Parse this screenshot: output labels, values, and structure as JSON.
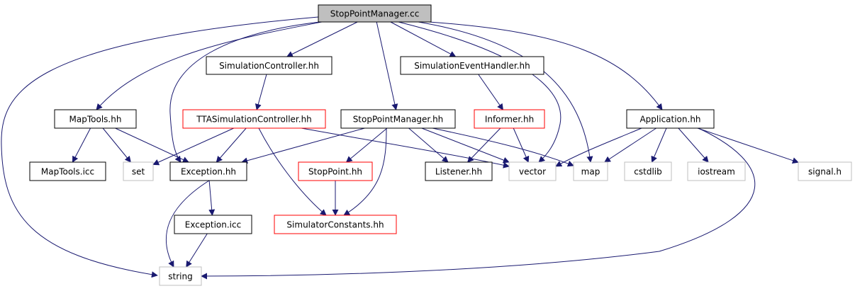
{
  "colors": {
    "edge": "#191970",
    "root_fill": "#bfbfbf",
    "border_documented": "#000000",
    "border_undocumented": "#ff0000",
    "border_external": "#bfbfbf",
    "box_fill": "#ffffff"
  },
  "nodes": [
    {
      "id": "root",
      "label": "StopPointManager.cc",
      "kind": "root"
    },
    {
      "id": "simctrl",
      "label": "SimulationController.hh",
      "kind": "documented"
    },
    {
      "id": "simevt",
      "label": "SimulationEventHandler.hh",
      "kind": "documented"
    },
    {
      "id": "maptools",
      "label": "MapTools.hh",
      "kind": "documented"
    },
    {
      "id": "ttasim",
      "label": "TTASimulationController.hh",
      "kind": "undocumented"
    },
    {
      "id": "spmhh",
      "label": "StopPointManager.hh",
      "kind": "documented"
    },
    {
      "id": "informer",
      "label": "Informer.hh",
      "kind": "undocumented"
    },
    {
      "id": "app",
      "label": "Application.hh",
      "kind": "documented"
    },
    {
      "id": "maptoolsicc",
      "label": "MapTools.icc",
      "kind": "documented"
    },
    {
      "id": "set",
      "label": "set",
      "kind": "external"
    },
    {
      "id": "exception",
      "label": "Exception.hh",
      "kind": "documented"
    },
    {
      "id": "stoppoint",
      "label": "StopPoint.hh",
      "kind": "undocumented"
    },
    {
      "id": "listener",
      "label": "Listener.hh",
      "kind": "documented"
    },
    {
      "id": "vector",
      "label": "vector",
      "kind": "external"
    },
    {
      "id": "map",
      "label": "map",
      "kind": "external"
    },
    {
      "id": "cstdlib",
      "label": "cstdlib",
      "kind": "external"
    },
    {
      "id": "iostream",
      "label": "iostream",
      "kind": "external"
    },
    {
      "id": "signal",
      "label": "signal.h",
      "kind": "external"
    },
    {
      "id": "exceptionicc",
      "label": "Exception.icc",
      "kind": "documented"
    },
    {
      "id": "simconst",
      "label": "SimulatorConstants.hh",
      "kind": "undocumented"
    },
    {
      "id": "string",
      "label": "string",
      "kind": "external"
    }
  ],
  "edges": [
    [
      "root",
      "simctrl"
    ],
    [
      "root",
      "simevt"
    ],
    [
      "root",
      "maptools"
    ],
    [
      "root",
      "exception"
    ],
    [
      "root",
      "spmhh"
    ],
    [
      "root",
      "vector"
    ],
    [
      "root",
      "map"
    ],
    [
      "root",
      "app"
    ],
    [
      "root",
      "string"
    ],
    [
      "simctrl",
      "ttasim"
    ],
    [
      "simevt",
      "informer"
    ],
    [
      "maptools",
      "maptoolsicc"
    ],
    [
      "maptools",
      "set"
    ],
    [
      "maptools",
      "exception"
    ],
    [
      "ttasim",
      "set"
    ],
    [
      "ttasim",
      "exception"
    ],
    [
      "ttasim",
      "simconst"
    ],
    [
      "ttasim",
      "vector"
    ],
    [
      "spmhh",
      "exception"
    ],
    [
      "spmhh",
      "stoppoint"
    ],
    [
      "spmhh",
      "listener"
    ],
    [
      "spmhh",
      "vector"
    ],
    [
      "spmhh",
      "map"
    ],
    [
      "spmhh",
      "simconst"
    ],
    [
      "informer",
      "listener"
    ],
    [
      "informer",
      "vector"
    ],
    [
      "app",
      "vector"
    ],
    [
      "app",
      "map"
    ],
    [
      "app",
      "cstdlib"
    ],
    [
      "app",
      "iostream"
    ],
    [
      "app",
      "signal"
    ],
    [
      "app",
      "string"
    ],
    [
      "exception",
      "exceptionicc"
    ],
    [
      "exception",
      "string"
    ],
    [
      "stoppoint",
      "simconst"
    ],
    [
      "exceptionicc",
      "string"
    ]
  ]
}
